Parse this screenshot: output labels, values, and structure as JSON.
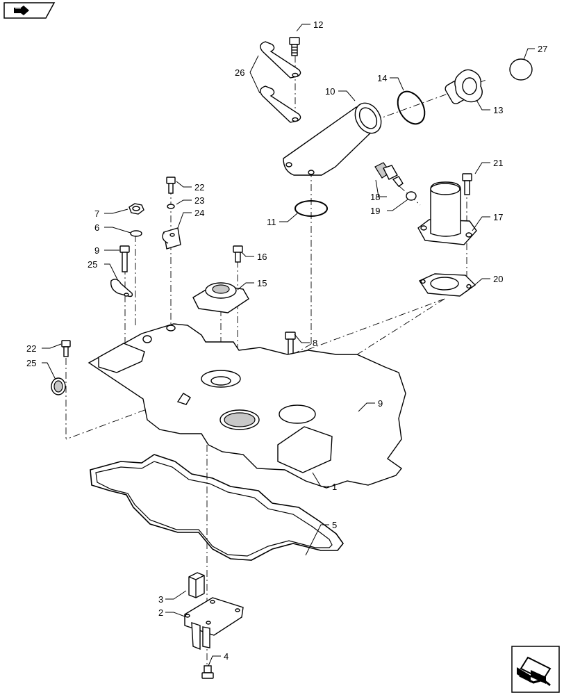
{
  "callouts": [
    {
      "id": "c12",
      "label": "12"
    },
    {
      "id": "c27",
      "label": "27"
    },
    {
      "id": "c26",
      "label": "26"
    },
    {
      "id": "c14",
      "label": "14"
    },
    {
      "id": "c10",
      "label": "10"
    },
    {
      "id": "c13",
      "label": "13"
    },
    {
      "id": "c21",
      "label": "21"
    },
    {
      "id": "c22a",
      "label": "22"
    },
    {
      "id": "c23",
      "label": "23"
    },
    {
      "id": "c24",
      "label": "24"
    },
    {
      "id": "c7",
      "label": "7"
    },
    {
      "id": "c6",
      "label": "6"
    },
    {
      "id": "c18",
      "label": "18"
    },
    {
      "id": "c19",
      "label": "19"
    },
    {
      "id": "c17",
      "label": "17"
    },
    {
      "id": "c11",
      "label": "11"
    },
    {
      "id": "c9a",
      "label": "9"
    },
    {
      "id": "c16",
      "label": "16"
    },
    {
      "id": "c25a",
      "label": "25"
    },
    {
      "id": "c15",
      "label": "15"
    },
    {
      "id": "c20",
      "label": "20"
    },
    {
      "id": "c8",
      "label": "8"
    },
    {
      "id": "c22b",
      "label": "22"
    },
    {
      "id": "c25b",
      "label": "25"
    },
    {
      "id": "c9b",
      "label": "9"
    },
    {
      "id": "c1",
      "label": "1"
    },
    {
      "id": "c5",
      "label": "5"
    },
    {
      "id": "c3",
      "label": "3"
    },
    {
      "id": "c2",
      "label": "2"
    },
    {
      "id": "c4",
      "label": "4"
    }
  ],
  "icons": {
    "top_left": "previous-page-arrow-icon",
    "bottom_right": "next-page-arrow-icon"
  }
}
